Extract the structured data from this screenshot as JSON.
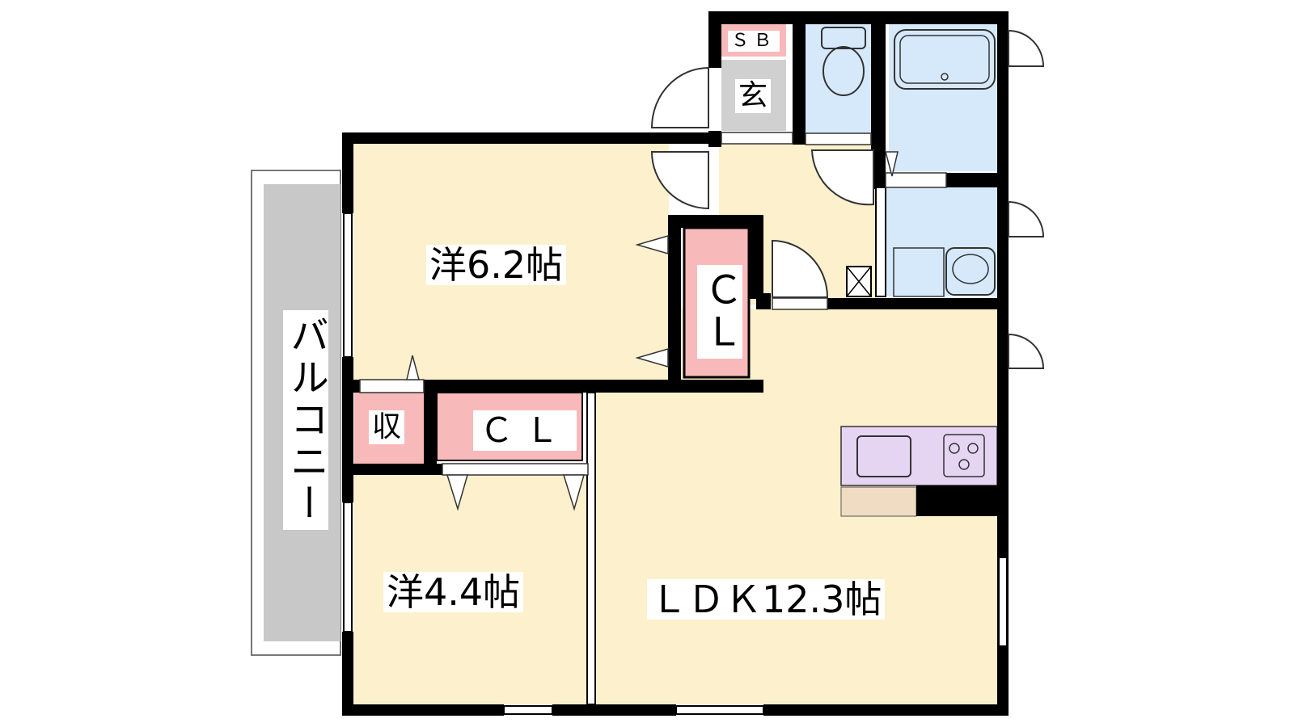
{
  "rooms": {
    "western_1": "洋6.2帖",
    "western_2": "洋4.4帖",
    "ldk": "ＬＤＫ12.3帖",
    "closet_1": "ＣＬ",
    "closet_2": "ＣＬ",
    "storage": "収",
    "entrance": "玄",
    "shoe_box": "ＳＢ",
    "balcony": "バルコニー"
  },
  "colors": {
    "floor": "#fcf0cd",
    "wall": "#000000",
    "closet": "#f8b9bb",
    "wet_area": "#d6e9fb",
    "kitchen": "#e5d5f3",
    "counter": "#f0dcc2",
    "entrance": "#d0d0d0",
    "balcony": "#c8c8c8"
  }
}
